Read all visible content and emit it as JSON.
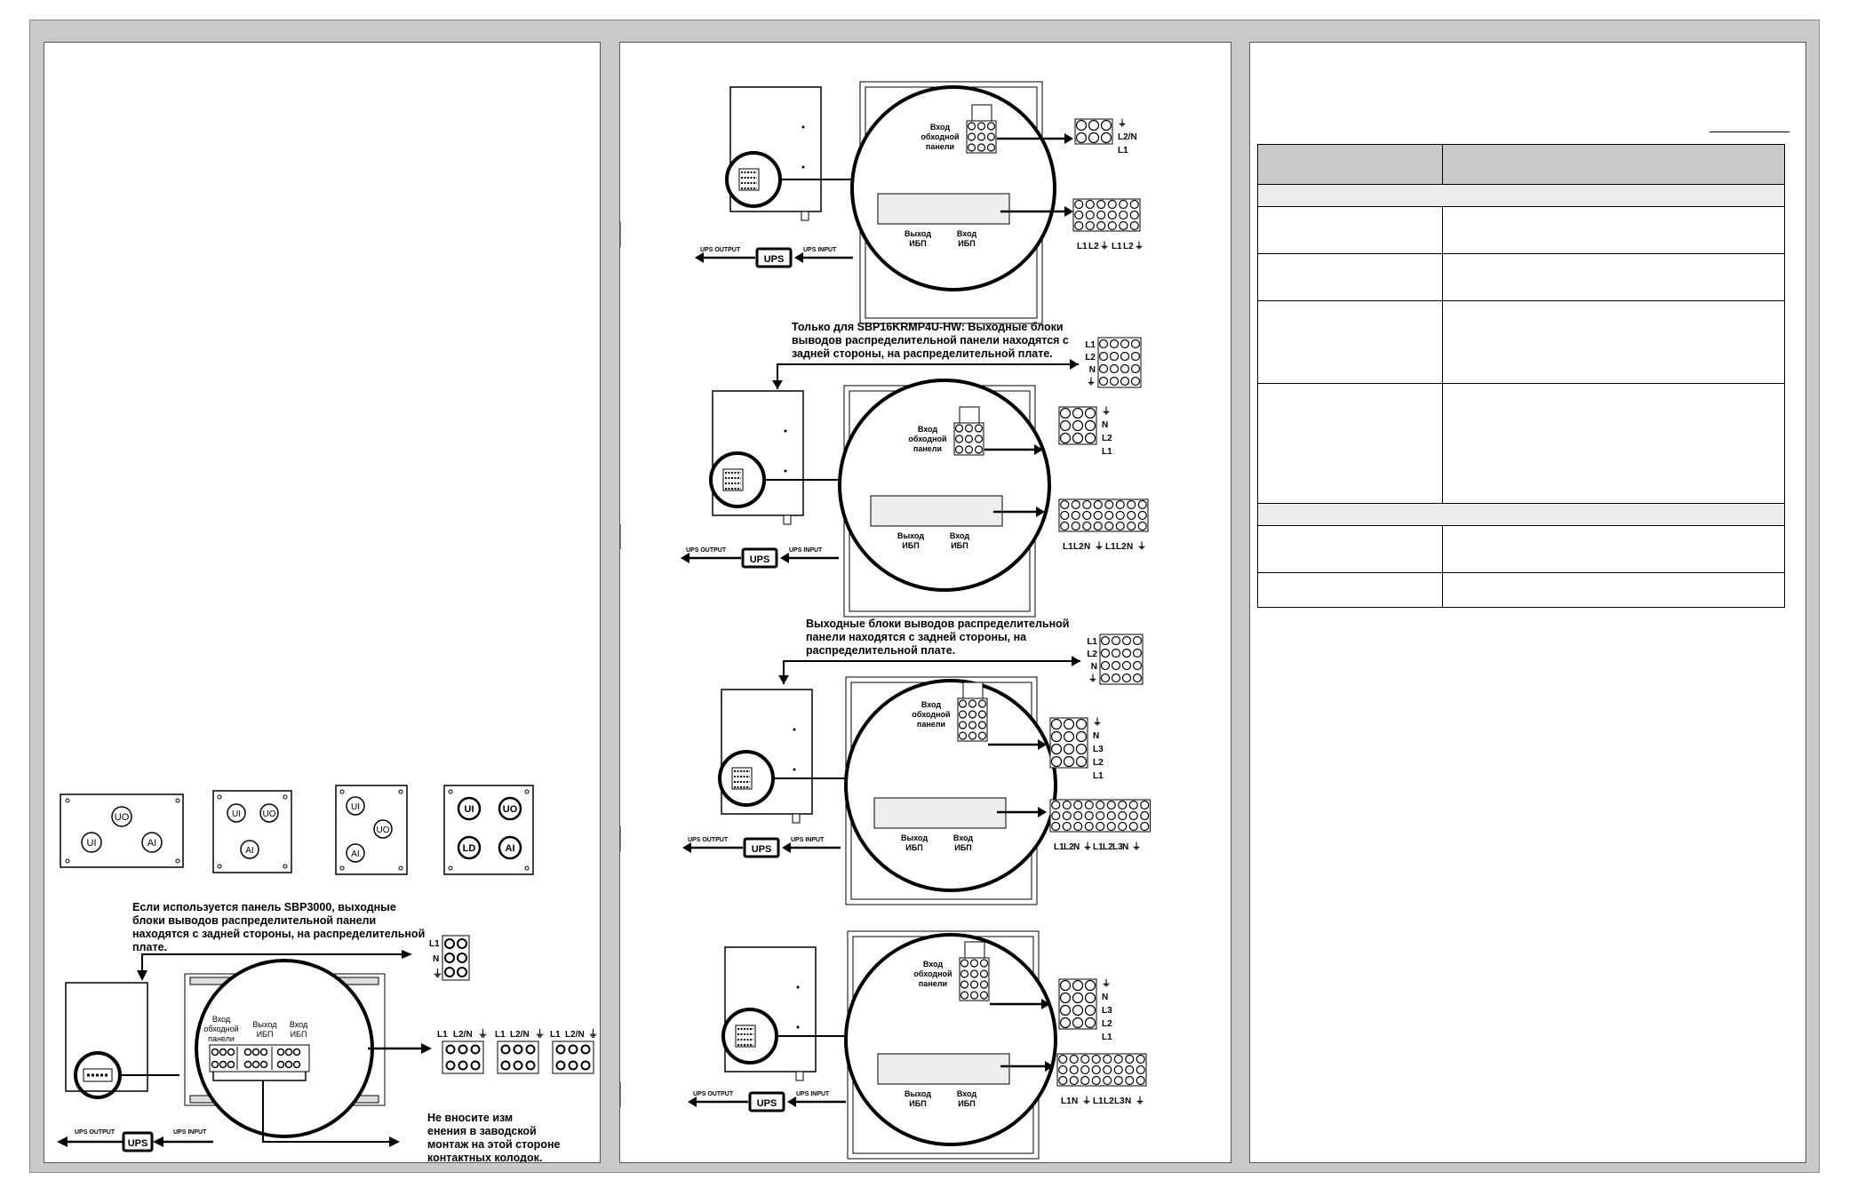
{
  "labels": {
    "bypass_input": [
      "Вход",
      "обходной",
      "панели"
    ],
    "bypass_input_alt": [
      "Вход",
      "обходной",
      "панели"
    ],
    "ups_out": [
      "Выход",
      "ИБП"
    ],
    "ups_in": [
      "Вход",
      "ИБП"
    ],
    "ups": "UPS",
    "ups_output": "UPS OUTPUT",
    "ups_input": "UPS INPUT"
  },
  "col1": {
    "knockouts": {
      "uo": "UO",
      "ui": "UI",
      "ai": "AI",
      "ld": "LD"
    },
    "note_sbp3000": "Если используется панель SBP3000, выходные\nблоки выводов распределительной панели\nнаходятся с задней стороны, на распределительной\nплате.",
    "note_factory": "Не вносите изм\nенения в заводской\nмонтаж на этой стороне\nконтактных колодок.",
    "back_terms": [
      "L1",
      "N",
      "⏚"
    ],
    "term_groups": [
      {
        "labels": [
          "L1",
          "L2/N",
          "⏚"
        ]
      },
      {
        "labels": [
          "L1",
          "L2/N",
          "⏚"
        ]
      },
      {
        "labels": [
          "L1",
          "L2/N",
          "⏚"
        ]
      }
    ]
  },
  "col2": {
    "d1": {
      "bypass_terms": [
        "⏚",
        "L2/N",
        "L1"
      ],
      "bottom_terms": [
        "L1",
        "L2",
        "⏚",
        "L1",
        "L2",
        "⏚"
      ]
    },
    "note2": "Только для SBP16KRMP4U-HW: Выходные блоки\nвыводов распределительной панели находятся с\nзадней стороны, на распределительной плате.",
    "d2": {
      "back_terms": [
        "L1",
        "L2",
        "N",
        "⏚"
      ],
      "bypass_terms": [
        "⏚",
        "N",
        "L2",
        "L1"
      ],
      "bottom_terms": [
        "L1",
        "L2",
        "N",
        "⏚",
        "L1",
        "L2",
        "N",
        "⏚"
      ]
    },
    "note3": "Выходные блоки выводов распределительной\nпанели находятся с задней стороны, на\nраспределительной плате.",
    "d3": {
      "back_terms": [
        "L1",
        "L2",
        "N",
        "⏚"
      ],
      "bypass_terms": [
        "⏚",
        "N",
        "L3",
        "L2",
        "L1"
      ],
      "bottom_terms": [
        "L1",
        "L2",
        "N",
        "⏚",
        "L1",
        "L2",
        "L3",
        "N",
        "⏚"
      ]
    },
    "d4": {
      "bypass_terms": [
        "⏚",
        "N",
        "L3",
        "L2",
        "L1"
      ],
      "bottom_terms": [
        "L1",
        "N",
        "⏚",
        "L1",
        "L2",
        "L3",
        "N",
        "⏚"
      ]
    }
  }
}
